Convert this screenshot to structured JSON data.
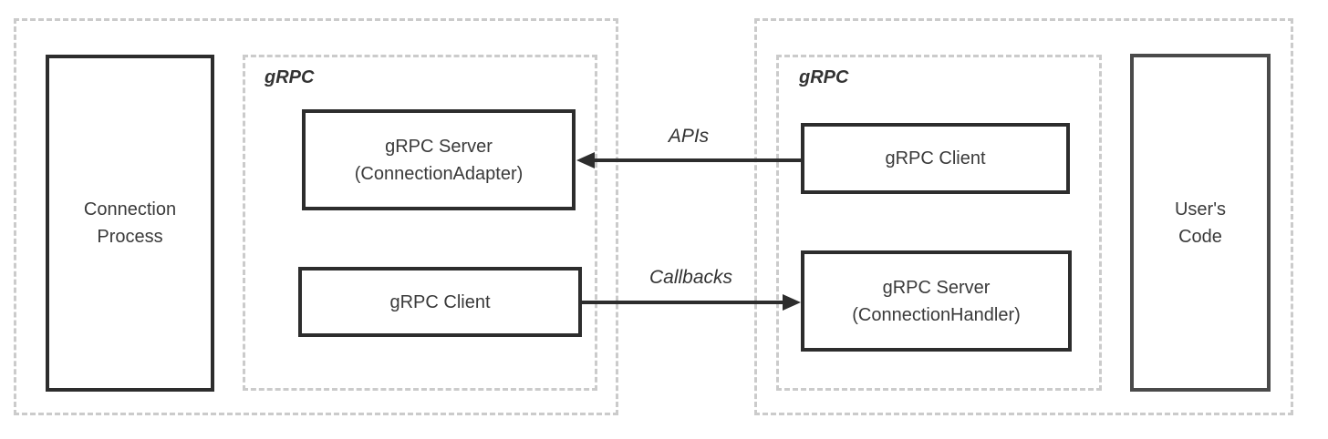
{
  "left_group": {
    "container_label": "gRPC",
    "process_box": {
      "line1": "Connection",
      "line2": "Process"
    },
    "server_box": {
      "line1": "gRPC Server",
      "line2": "(ConnectionAdapter)"
    },
    "client_box": {
      "label": "gRPC Client"
    }
  },
  "right_group": {
    "container_label": "gRPC",
    "client_box": {
      "label": "gRPC Client"
    },
    "server_box": {
      "line1": "gRPC Server",
      "line2": "(ConnectionHandler)"
    },
    "users_code_box": {
      "line1": "User's",
      "line2": "Code"
    }
  },
  "connections": {
    "apis": {
      "label": "APIs",
      "direction": "right-to-left"
    },
    "callbacks": {
      "label": "Callbacks",
      "direction": "left-to-right"
    }
  },
  "colors": {
    "solid_border": "#2d2d2d",
    "users_code_border": "#4a4a4a",
    "dashed_border": "#cbcbcb",
    "arrow": "#2d2d2d",
    "text": "#3a3a3a",
    "background": "#ffffff"
  }
}
